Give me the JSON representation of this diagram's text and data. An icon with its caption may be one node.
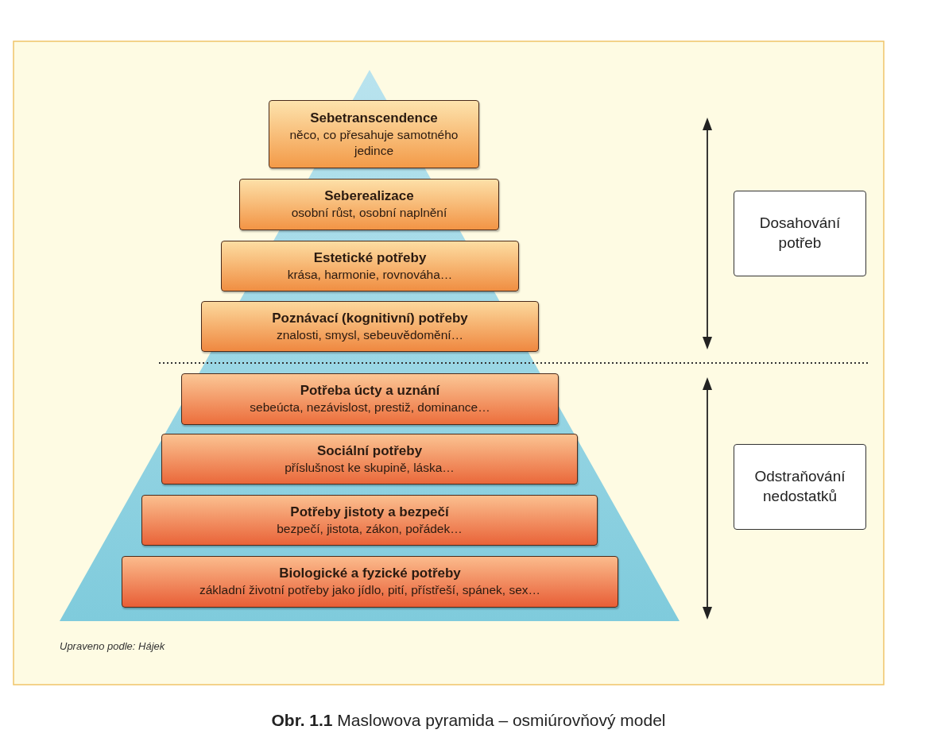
{
  "diagram": {
    "caption": "**Obr. 1.1** Maslowova pyramida – osmiúrovňový model",
    "nodes": [
      {
        "text": [
          "Sebetranscendence",
          "něco, co přesahuje samotného jedince"
        ]
      },
      {
        "text": [
          "Seberealizace",
          "osobní růst, osobní naplnění"
        ]
      },
      {
        "text": [
          "Estetické potřeby",
          "krása, harmonie, rovnováha…"
        ]
      },
      {
        "text": [
          "Poznávací (kognitivní) potřeby",
          "znalosti, smysl, sebeuvědomění…"
        ]
      },
      {
        "text": [
          "Potřeba úcty a uznání",
          "sebeúcta, nezávislost, prestiž, dominance…"
        ]
      },
      {
        "text": [
          "Sociální potřeby",
          "příslušnost ke skupině, láska…"
        ]
      },
      {
        "text": [
          "Potřeby jistoty a bezpečí",
          "bezpečí, jistota, zákon, pořádek…"
        ]
      },
      {
        "text": [
          "Biologické a fyzické potřeby",
          "základní životní potřeby jako jídlo, pití, přístřeší, spánek, sex…"
        ]
      },
      {
        "text": [
          "Dosahování potřeb"
        ]
      },
      {
        "text": [
          "Odstraňování nedostatků"
        ]
      }
    ],
    "labels": [
      "Upraveno podle: Hájek"
    ]
  }
}
